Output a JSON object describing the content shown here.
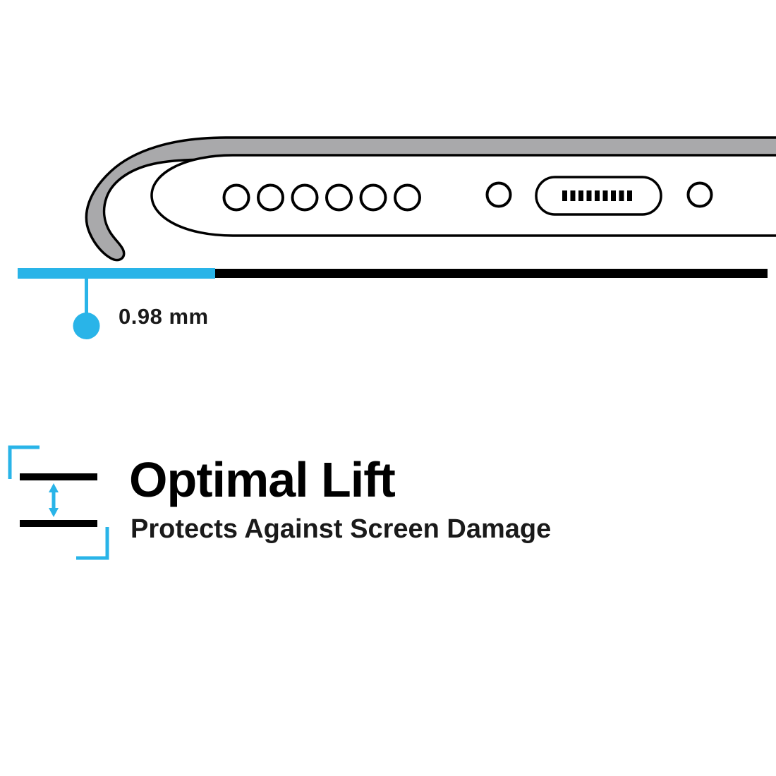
{
  "illustration": {
    "icon_name": "phone-bottom-edge-in-case-diagram",
    "speaker_hole_count": 6,
    "port_pin_count": 9
  },
  "measurement": {
    "label": "0.98 mm"
  },
  "feature": {
    "title": "Optimal Lift",
    "subtitle": "Protects Against Screen Damage"
  },
  "colors": {
    "accent": "#29b4e8",
    "ink": "#000000",
    "case_gray": "#a9a9ab",
    "text_dark": "#1a1a1a"
  }
}
